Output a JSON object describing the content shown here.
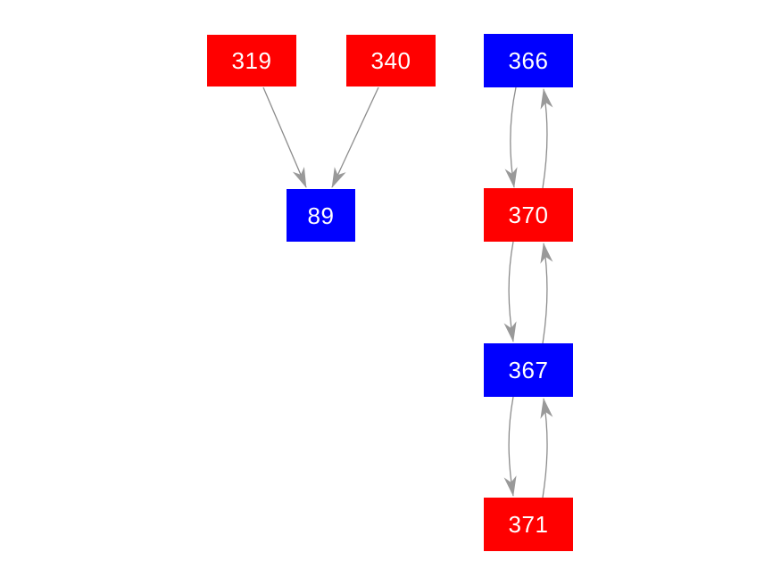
{
  "diagram": {
    "type": "directed-graph",
    "background": "#ffffff"
  },
  "colors": {
    "red_node": "#ff0000",
    "blue_node": "#0000ff",
    "node_text": "#ffffff",
    "edge": "#8c8c8c",
    "arrowhead": "#999999"
  },
  "nodes": [
    {
      "id": "319",
      "label": "319",
      "fill": "red_node",
      "fill_hex": "#ff0000"
    },
    {
      "id": "340",
      "label": "340",
      "fill": "red_node",
      "fill_hex": "#ff0000"
    },
    {
      "id": "366",
      "label": "366",
      "fill": "blue_node",
      "fill_hex": "#0000ff"
    },
    {
      "id": "89",
      "label": "89",
      "fill": "blue_node",
      "fill_hex": "#0000ff"
    },
    {
      "id": "370",
      "label": "370",
      "fill": "red_node",
      "fill_hex": "#ff0000"
    },
    {
      "id": "367",
      "label": "367",
      "fill": "blue_node",
      "fill_hex": "#0000ff"
    },
    {
      "id": "371",
      "label": "371",
      "fill": "red_node",
      "fill_hex": "#ff0000"
    }
  ],
  "edges": [
    {
      "from": "319",
      "to": "89",
      "style": "straight"
    },
    {
      "from": "340",
      "to": "89",
      "style": "straight"
    },
    {
      "from": "366",
      "to": "370",
      "style": "curved"
    },
    {
      "from": "370",
      "to": "366",
      "style": "curved"
    },
    {
      "from": "370",
      "to": "367",
      "style": "curved"
    },
    {
      "from": "367",
      "to": "370",
      "style": "curved"
    },
    {
      "from": "367",
      "to": "371",
      "style": "curved"
    },
    {
      "from": "371",
      "to": "367",
      "style": "curved"
    }
  ]
}
